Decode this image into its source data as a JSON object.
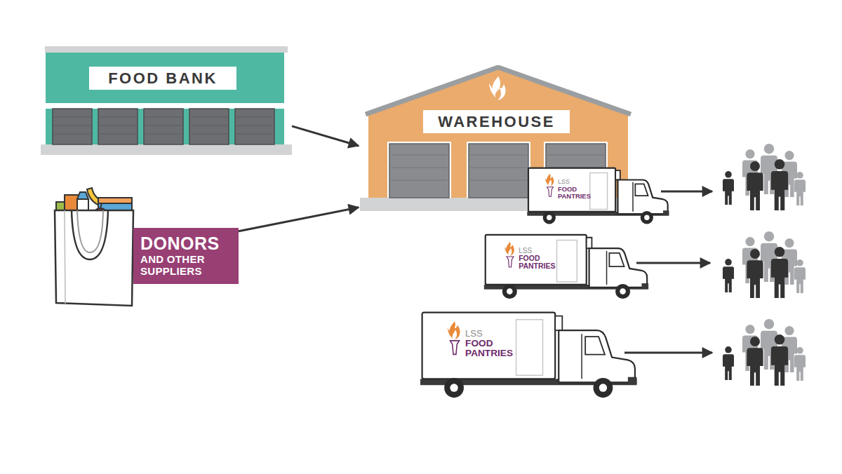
{
  "diagram": {
    "nodes": [
      {
        "text": [
          "FOOD BANK"
        ]
      },
      {
        "text": [
          "DONORS",
          "AND OTHER SUPPLIERS"
        ]
      },
      {
        "text": [
          "WAREHOUSE"
        ]
      },
      {
        "text": [
          "LSS",
          "FOOD PANTRIES"
        ]
      },
      {
        "text": [
          "LSS",
          "FOOD PANTRIES"
        ]
      },
      {
        "text": [
          "LSS",
          "FOOD PANTRIES"
        ]
      }
    ],
    "edges": [
      {
        "from": 0,
        "to": 2,
        "arrow": "to"
      },
      {
        "from": 1,
        "to": 2,
        "arrow": "to"
      }
    ]
  }
}
